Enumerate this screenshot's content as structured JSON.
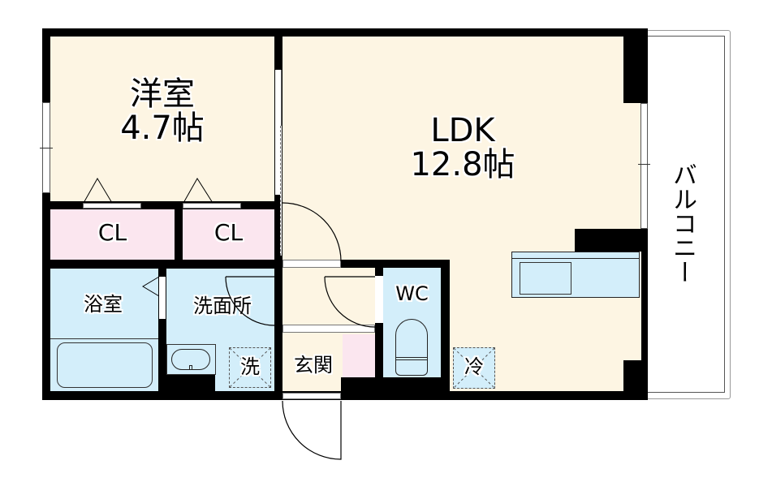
{
  "floor_plan": {
    "rooms": {
      "western_room": {
        "name": "洋室",
        "size": "4.7帖"
      },
      "ldk": {
        "name": "LDK",
        "size": "12.8帖"
      },
      "closet_1": {
        "name": "CL"
      },
      "closet_2": {
        "name": "CL"
      },
      "bathroom": {
        "name": "浴室"
      },
      "washroom": {
        "name": "洗面所"
      },
      "toilet": {
        "name": "WC"
      },
      "entrance": {
        "name": "玄関"
      },
      "balcony": {
        "name": "バルコニー"
      }
    },
    "fixtures": {
      "washer": {
        "label": "洗"
      },
      "fridge": {
        "label": "冷"
      }
    },
    "colors": {
      "wall": "#000000",
      "living_floor": "#fdf5e3",
      "closet_floor": "#fbe6ef",
      "wet_area_floor": "#d3eefa",
      "balcony": "#ffffff"
    }
  }
}
